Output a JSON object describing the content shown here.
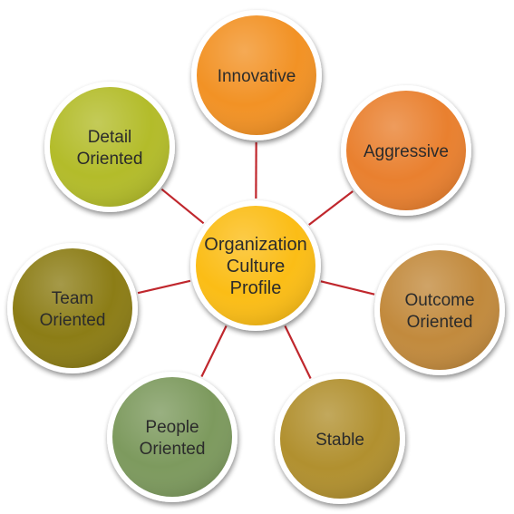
{
  "diagram": {
    "center": {
      "lines": [
        "Organization",
        "Culture",
        "Profile"
      ],
      "color": "#fbbd16"
    },
    "nodes": [
      {
        "id": "innovative",
        "lines": [
          "Innovative"
        ],
        "color": "#f29225"
      },
      {
        "id": "aggressive",
        "lines": [
          "Aggressive"
        ],
        "color": "#e9802f"
      },
      {
        "id": "outcome-oriented",
        "lines": [
          "Outcome",
          "Oriented"
        ],
        "color": "#c28a3d"
      },
      {
        "id": "stable",
        "lines": [
          "Stable"
        ],
        "color": "#b1902f"
      },
      {
        "id": "people-oriented",
        "lines": [
          "People",
          "Oriented"
        ],
        "color": "#7d9a5e"
      },
      {
        "id": "team-oriented",
        "lines": [
          "Team",
          "Oriented"
        ],
        "color": "#8c7d16"
      },
      {
        "id": "detail-oriented",
        "lines": [
          "Detail",
          "Oriented"
        ],
        "color": "#b3bc2a"
      }
    ],
    "connector_color": "#c0272d",
    "ring_color": "#ffffff"
  }
}
